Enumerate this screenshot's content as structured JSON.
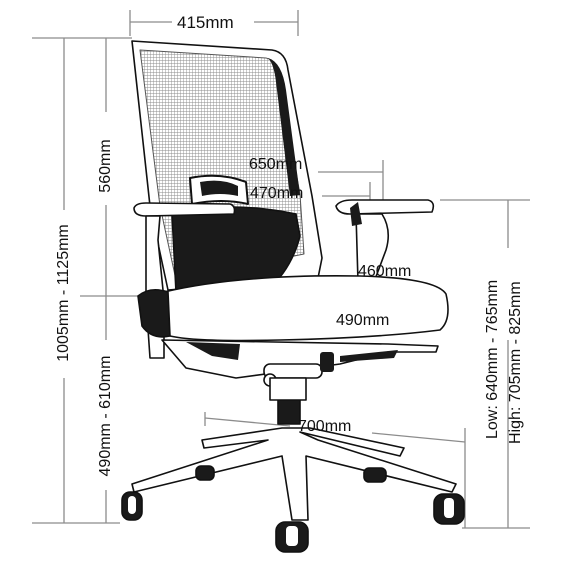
{
  "dimensions": {
    "top_width": "415mm",
    "back_height": "560mm",
    "overall_height": "1005mm - 1125mm",
    "seat_height": "490mm - 610mm",
    "arm_outer_width": "650mm",
    "arm_inner_width": "470mm",
    "seat_depth": "460mm",
    "seat_width": "490mm",
    "base_diameter": "700mm",
    "arm_height_low": "Low: 640mm - 765mm",
    "arm_height_high": "High: 705mm - 825mm"
  },
  "colors": {
    "ink": "#111111",
    "mesh": "#9a9a9a",
    "dim_line": "#8c8c8c",
    "dark_fill": "#1a1a1a"
  }
}
